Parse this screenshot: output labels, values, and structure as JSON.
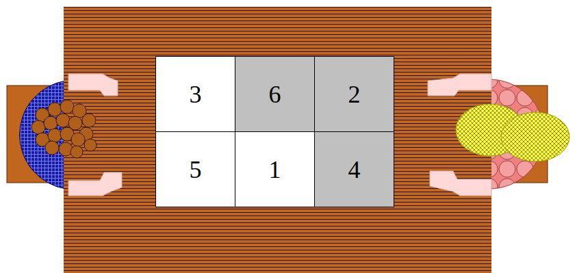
{
  "diagram": {
    "nodes": [
      {
        "text": [
          "3"
        ]
      },
      {
        "text": [
          "6"
        ]
      },
      {
        "text": [
          "2"
        ]
      },
      {
        "text": [
          "5"
        ]
      },
      {
        "text": [
          "1"
        ]
      },
      {
        "text": [
          "4"
        ]
      }
    ]
  }
}
